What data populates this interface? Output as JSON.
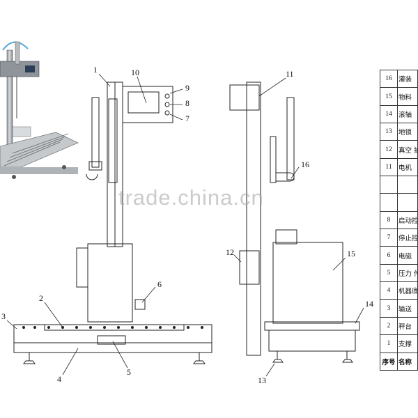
{
  "callouts": {
    "c1": "1",
    "c2": "2",
    "c3": "3",
    "c4": "4",
    "c5": "5",
    "c6": "6",
    "c7": "7",
    "c8": "8",
    "c9": "9",
    "c10": "10",
    "c11": "11",
    "c12": "12",
    "c13": "13",
    "c14": "14",
    "c15": "15",
    "c16": "16"
  },
  "parts_table": {
    "rows": [
      {
        "no": "16",
        "name": "灌装"
      },
      {
        "no": "15",
        "name": "物料"
      },
      {
        "no": "14",
        "name": "滚轴"
      },
      {
        "no": "13",
        "name": "地锁"
      },
      {
        "no": "12",
        "name": "真空 抽吸"
      },
      {
        "no": "11",
        "name": "电机"
      },
      {
        "no": "",
        "name": ""
      },
      {
        "no": "",
        "name": ""
      },
      {
        "no": "8",
        "name": "启动控"
      },
      {
        "no": "7",
        "name": "停止控"
      },
      {
        "no": "6",
        "name": "电磁"
      },
      {
        "no": "5",
        "name": "压力 传感"
      },
      {
        "no": "4",
        "name": "机器底"
      },
      {
        "no": "3",
        "name": "输送"
      },
      {
        "no": "2",
        "name": "秤台"
      },
      {
        "no": "1",
        "name": "支撑"
      }
    ],
    "header": {
      "no": "序号",
      "name": "名称"
    }
  },
  "watermark": "trade.china.cn"
}
